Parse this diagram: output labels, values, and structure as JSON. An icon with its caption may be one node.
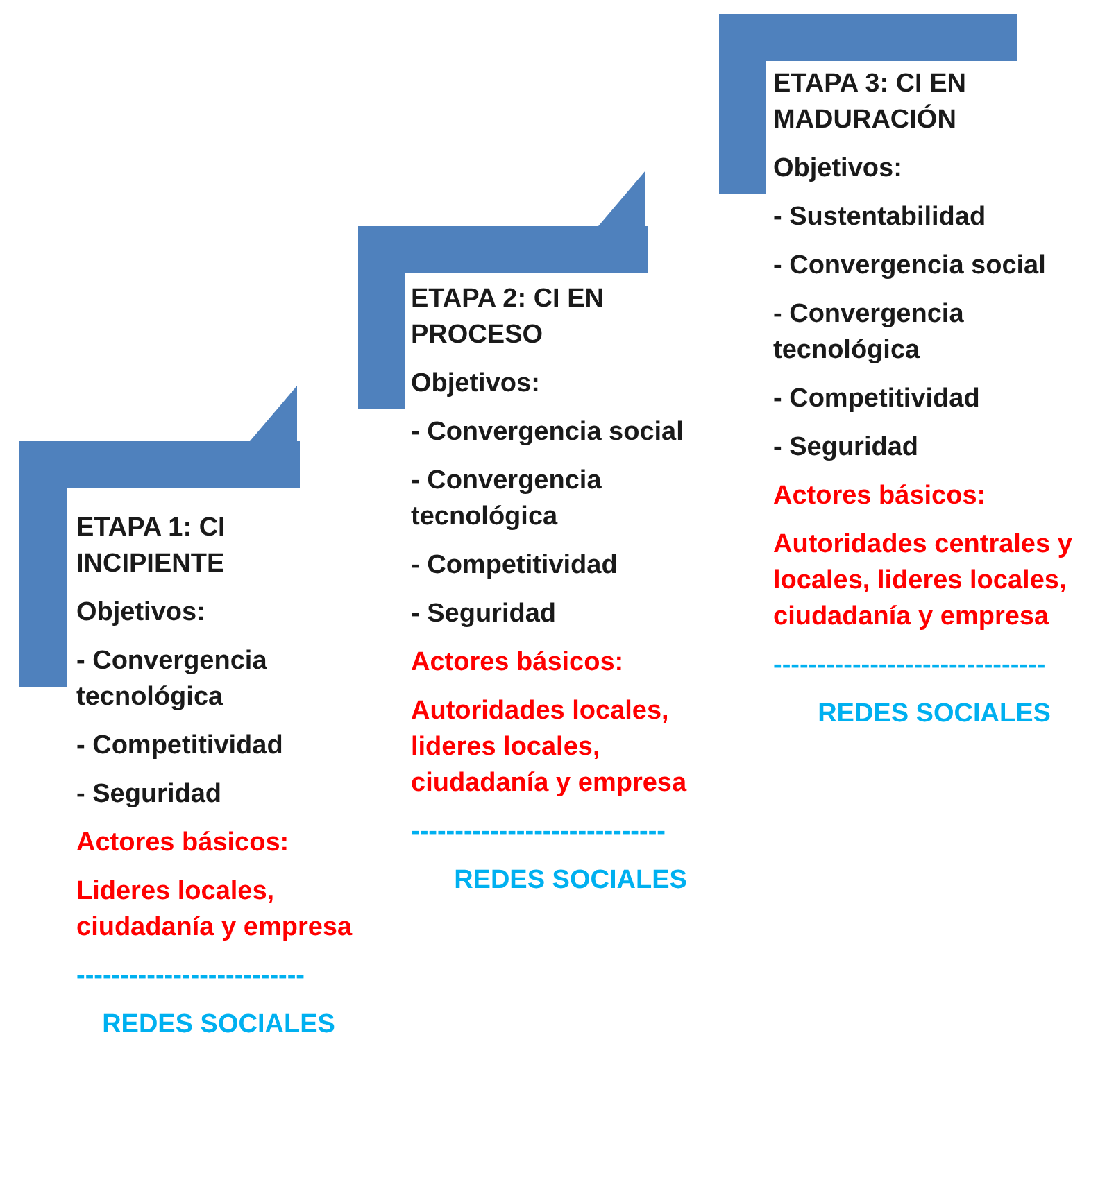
{
  "diagram": {
    "nodes": [
      {
        "text": [
          "ETAPA 1: CI INCIPIENTE",
          "Objetivos:",
          "- Convergencia tecnológica",
          "- Competitividad",
          "- Seguridad",
          "Actores básicos:",
          "Lideres locales, ciudadanía y empresa",
          "--------------------------",
          "REDES SOCIALES"
        ]
      },
      {
        "text": [
          "ETAPA 2: CI EN PROCESO",
          "Objetivos:",
          "- Convergencia social",
          "- Convergencia tecnológica",
          "- Competitividad",
          "- Seguridad",
          "Actores básicos:",
          "Autoridades locales, lideres locales, ciudadanía y empresa",
          "-----------------------------",
          "REDES SOCIALES"
        ]
      },
      {
        "text": [
          "ETAPA 3: CI EN MADURACIÓN",
          "Objetivos:",
          "- Sustentabilidad",
          "- Convergencia social",
          "- Convergencia tecnológica",
          "- Competitividad",
          "- Seguridad",
          "Actores básicos:",
          "Autoridades centrales y locales, lideres locales, ciudadanía y empresa",
          "-------------------------------",
          "REDES SOCIALES"
        ]
      }
    ]
  }
}
